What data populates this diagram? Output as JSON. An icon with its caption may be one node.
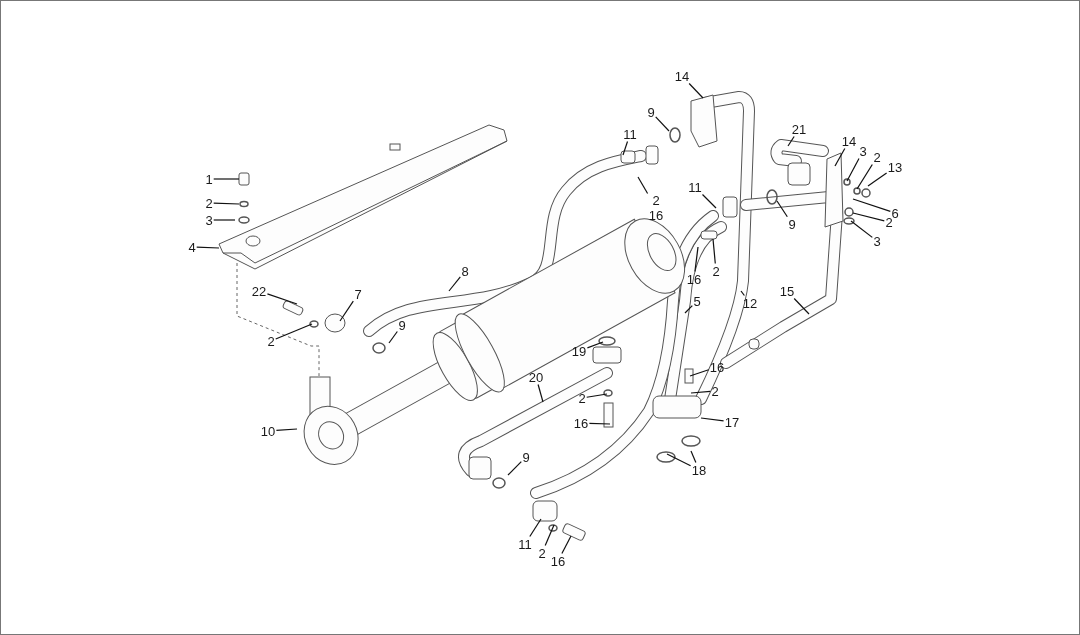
{
  "diagram": {
    "nodes": [
      {
        "text": [
          "1"
        ]
      },
      {
        "text": [
          "2"
        ]
      },
      {
        "text": [
          "3"
        ]
      },
      {
        "text": [
          "4"
        ]
      },
      {
        "text": [
          "22"
        ]
      },
      {
        "text": [
          "2"
        ]
      },
      {
        "text": [
          "7"
        ]
      },
      {
        "text": [
          "8"
        ]
      },
      {
        "text": [
          "9"
        ]
      },
      {
        "text": [
          "10"
        ]
      },
      {
        "text": [
          "11"
        ]
      },
      {
        "text": [
          "2",
          "16"
        ]
      },
      {
        "text": [
          "9"
        ]
      },
      {
        "text": [
          "14"
        ]
      },
      {
        "text": [
          "11"
        ]
      },
      {
        "text": [
          "9"
        ]
      },
      {
        "text": [
          "16"
        ]
      },
      {
        "text": [
          "2"
        ]
      },
      {
        "text": [
          "12"
        ]
      },
      {
        "text": [
          "5"
        ]
      },
      {
        "text": [
          "21"
        ]
      },
      {
        "text": [
          "14"
        ]
      },
      {
        "text": [
          "3"
        ]
      },
      {
        "text": [
          "2"
        ]
      },
      {
        "text": [
          "13"
        ]
      },
      {
        "text": [
          "6"
        ]
      },
      {
        "text": [
          "2"
        ]
      },
      {
        "text": [
          "3"
        ]
      },
      {
        "text": [
          "15"
        ]
      },
      {
        "text": [
          "19"
        ]
      },
      {
        "text": [
          "20"
        ]
      },
      {
        "text": [
          "2"
        ]
      },
      {
        "text": [
          "16"
        ]
      },
      {
        "text": [
          "16"
        ]
      },
      {
        "text": [
          "2"
        ]
      },
      {
        "text": [
          "17"
        ]
      },
      {
        "text": [
          "18"
        ]
      },
      {
        "text": [
          "9"
        ]
      },
      {
        "text": [
          "11"
        ]
      },
      {
        "text": [
          "2"
        ]
      },
      {
        "text": [
          "16"
        ]
      }
    ],
    "edges": [
      {
        "from": 0,
        "to": null,
        "arrow": "none"
      },
      {
        "from": 1,
        "to": null,
        "arrow": "none"
      },
      {
        "from": 2,
        "to": null,
        "arrow": "none"
      },
      {
        "from": 3,
        "to": null,
        "arrow": "none"
      },
      {
        "from": 4,
        "to": null,
        "arrow": "none"
      },
      {
        "from": 5,
        "to": null,
        "arrow": "none"
      },
      {
        "from": 6,
        "to": null,
        "arrow": "none"
      },
      {
        "from": 7,
        "to": null,
        "arrow": "none"
      },
      {
        "from": 8,
        "to": null,
        "arrow": "none"
      },
      {
        "from": 9,
        "to": null,
        "arrow": "none"
      },
      {
        "from": 10,
        "to": null,
        "arrow": "none"
      },
      {
        "from": 11,
        "to": null,
        "arrow": "none"
      },
      {
        "from": 12,
        "to": null,
        "arrow": "none"
      },
      {
        "from": 13,
        "to": null,
        "arrow": "none"
      },
      {
        "from": 14,
        "to": null,
        "arrow": "none"
      },
      {
        "from": 15,
        "to": null,
        "arrow": "none"
      },
      {
        "from": 16,
        "to": null,
        "arrow": "none"
      },
      {
        "from": 17,
        "to": null,
        "arrow": "none"
      },
      {
        "from": 18,
        "to": null,
        "arrow": "none"
      },
      {
        "from": 19,
        "to": null,
        "arrow": "none"
      },
      {
        "from": 20,
        "to": null,
        "arrow": "none"
      },
      {
        "from": 21,
        "to": null,
        "arrow": "none"
      },
      {
        "from": 22,
        "to": null,
        "arrow": "none"
      },
      {
        "from": 23,
        "to": null,
        "arrow": "none"
      },
      {
        "from": 24,
        "to": null,
        "arrow": "none"
      },
      {
        "from": 25,
        "to": null,
        "arrow": "none"
      },
      {
        "from": 26,
        "to": null,
        "arrow": "none"
      },
      {
        "from": 27,
        "to": null,
        "arrow": "none"
      },
      {
        "from": 28,
        "to": null,
        "arrow": "none"
      },
      {
        "from": 29,
        "to": null,
        "arrow": "none"
      },
      {
        "from": 30,
        "to": null,
        "arrow": "none"
      },
      {
        "from": 31,
        "to": null,
        "arrow": "none"
      },
      {
        "from": 32,
        "to": null,
        "arrow": "none"
      },
      {
        "from": 33,
        "to": null,
        "arrow": "none"
      },
      {
        "from": 34,
        "to": null,
        "arrow": "none"
      },
      {
        "from": 35,
        "to": null,
        "arrow": "none"
      },
      {
        "from": 36,
        "to": null,
        "arrow": "none"
      },
      {
        "from": 36,
        "to": null,
        "arrow": "none"
      },
      {
        "from": 37,
        "to": null,
        "arrow": "none"
      },
      {
        "from": 38,
        "to": null,
        "arrow": "none"
      },
      {
        "from": 39,
        "to": null,
        "arrow": "none"
      },
      {
        "from": 40,
        "to": null,
        "arrow": "none"
      }
    ]
  }
}
